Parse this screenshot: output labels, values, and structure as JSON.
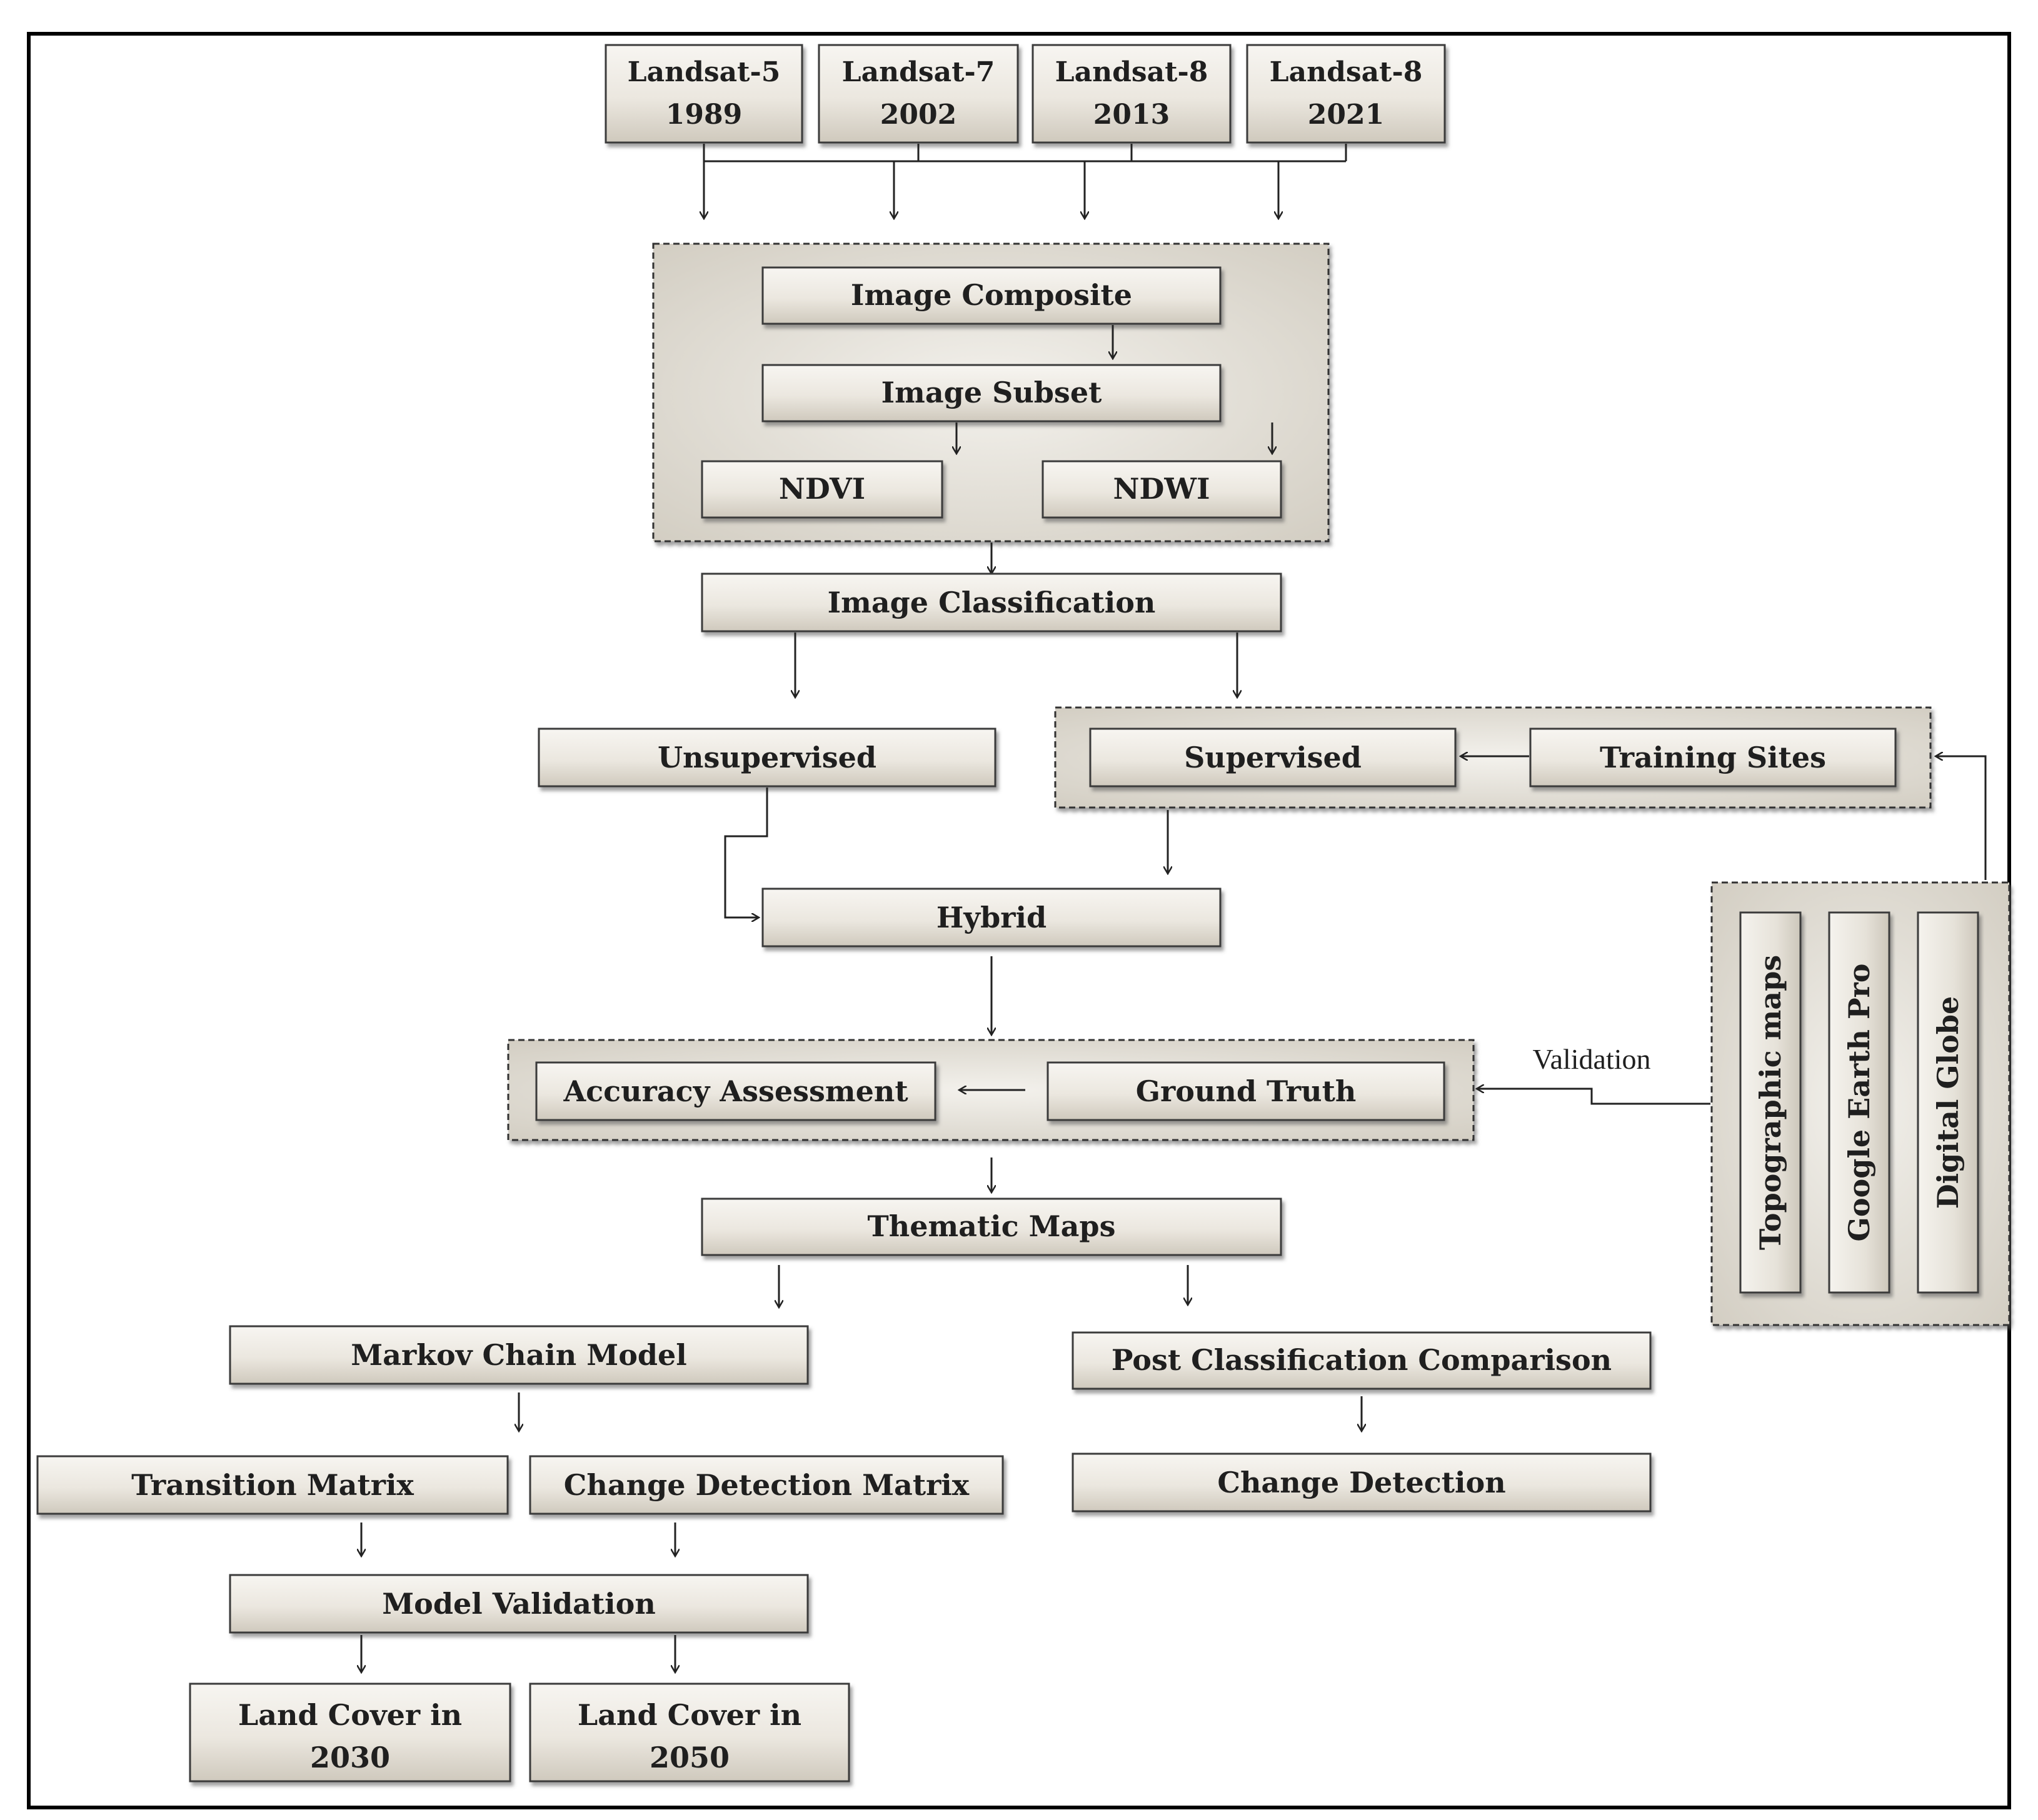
{
  "landsat": [
    {
      "sensor": "Landsat-5",
      "year": "1989"
    },
    {
      "sensor": "Landsat-7",
      "year": "2002"
    },
    {
      "sensor": "Landsat-8",
      "year": "2013"
    },
    {
      "sensor": "Landsat-8",
      "year": "2021"
    }
  ],
  "preprocessing": {
    "composite": "Image Composite",
    "subset": "Image Subset",
    "ndvi": "NDVI",
    "ndwi": "NDWI"
  },
  "classification": {
    "title": "Image Classification",
    "unsupervised": "Unsupervised",
    "supervised": "Supervised",
    "training_sites": "Training Sites",
    "hybrid": "Hybrid"
  },
  "validation": {
    "accuracy_assessment": "Accuracy Assessment",
    "ground_truth": "Ground Truth",
    "label": "Validation"
  },
  "references": {
    "topographic": "Topographic maps",
    "google_earth": "Google Earth Pro",
    "digital_globe": "Digital Globe"
  },
  "outputs": {
    "thematic_maps": "Thematic Maps",
    "markov": "Markov Chain Model",
    "post_classification": "Post Classification Comparison",
    "transition_matrix": "Transition Matrix",
    "change_detection_matrix": "Change Detection Matrix",
    "change_detection": "Change Detection",
    "model_validation": "Model Validation",
    "land_cover_2030": [
      "Land Cover in",
      "2030"
    ],
    "land_cover_2050": [
      "Land Cover in",
      "2050"
    ]
  },
  "colors": {
    "box_fill_light": "#f3f1ec",
    "box_fill_dark": "#d6d1c6",
    "box_border": "#3a3a3a",
    "group_fill": "#e9e6de",
    "frame": "#000000"
  }
}
